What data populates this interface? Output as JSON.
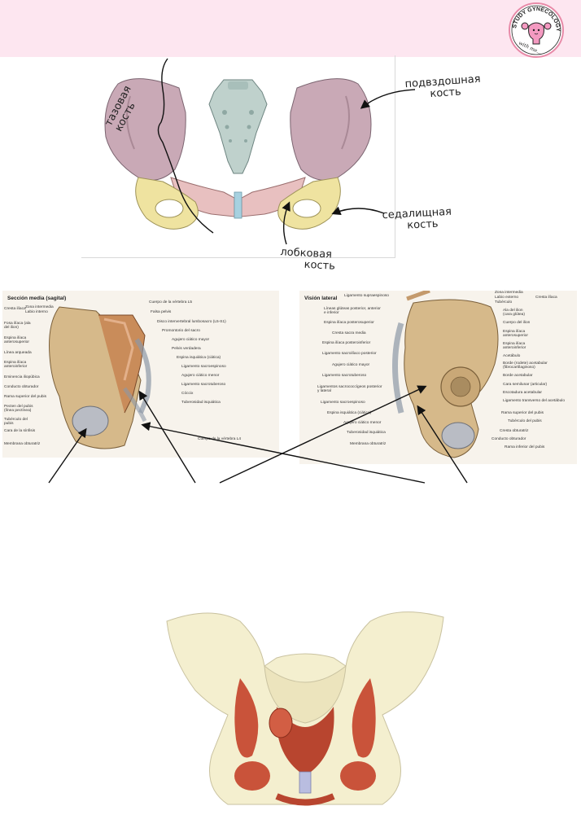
{
  "logo": {
    "top_text": "STUDY GYNECOLOGY",
    "bottom_text": "with me...",
    "icon": "uterus-mascot-icon"
  },
  "handwritten_labels": {
    "tazovaya_line1": "тазовая",
    "tazovaya_line2": "кость",
    "podvzdoshnaya_line1": "подвздошная",
    "podvzdoshnaya_line2": "кость",
    "sedalishchnaya_line1": "седалищная",
    "sedalishchnaya_line2": "кость",
    "lobkovaya_line1": "лобковая",
    "lobkovaya_line2": "кость"
  },
  "sagittal_panel": {
    "title": "Sección media (sagital)",
    "left_labels": [
      "Cresta ilíaca",
      "Zona intermedia",
      "Labio interno",
      "Fosa ilíaca (ala del ilion)",
      "Espina ilíaca anterosuperior",
      "Línea arqueada",
      "Espina ilíaca anteroinferior",
      "Eminencia iliopúbica",
      "Conducto obturador",
      "Rama superior del pubis",
      "Pecten del pubis (línea pectínea)",
      "Tubérculo del pubis",
      "Cara de la sínfisis",
      "Membrana obturatriz"
    ],
    "right_labels": [
      "Cuerpo de la vértebra L5",
      "Falsa pelvis",
      "Disco intervertebral lumbosacro (L5-S1)",
      "Promontorio del sacro",
      "Agujero ciático mayor",
      "Pelvis verdadera",
      "Espina isquiática (ciática)",
      "Ligamento sacroespinoso",
      "Agujero ciático menor",
      "Ligamento sacrotuberoso",
      "Cóccix",
      "Tuberosidad isquiática"
    ],
    "bottom_label": "Cuerpo de la vértebra L4"
  },
  "lateral_panel": {
    "title": "Visión lateral",
    "left_labels": [
      "Ligamento supraespinoso",
      "Líneas glúteas posterior, anterior e inferior",
      "Espina ilíaca posterosuperior",
      "Cresta sacra media",
      "Espina ilíaca posteroinferior",
      "Ligamento sacroilíaco posterior",
      "Agujero ciático mayor",
      "Ligamento sacrotuberoso",
      "Ligamentos sacrococcígeos posterior y lateral",
      "Ligamento sacroespinoso",
      "Espina isquiática (ciática)",
      "Agujero ciático menor",
      "Tuberosidad isquiática",
      "Membrana obturatriz"
    ],
    "right_labels": [
      "Zona intermedia",
      "Labio externo",
      "Tubérculo",
      "Cresta ilíaca",
      "Ala del ilion (cara glútea)",
      "Cuerpo del ilion",
      "Espina ilíaca anterosuperior",
      "Espina ilíaca anteroinferior",
      "Acetábulo",
      "Borde (rodete) acetabular (fibrocartílaginoso)",
      "Borde acetabular",
      "Cara semilunar (articular)",
      "Escotadura acetabular",
      "Ligamento transverso del acetábulo",
      "Rama superior del pubis",
      "Tubérculo del pubis",
      "Cresta obturatriz",
      "Conducto obturador",
      "Rama inferior del pubis"
    ]
  }
}
